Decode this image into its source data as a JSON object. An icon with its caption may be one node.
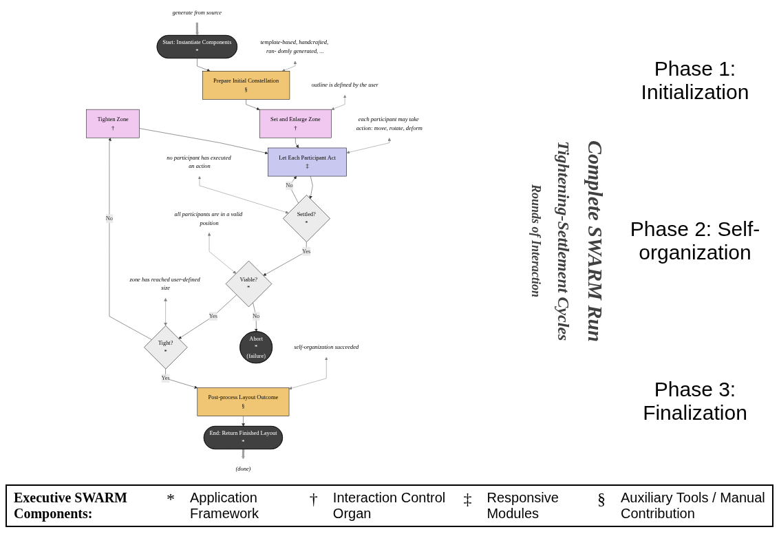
{
  "diagram": {
    "nodes": [
      {
        "text": [
          "generate from source"
        ]
      },
      {
        "text": [
          "Start: Instantiate Components",
          "*"
        ]
      },
      {
        "text": [
          "template-based, handcrafted, ran- domly generated, ..."
        ]
      },
      {
        "text": [
          "Prepare Initial Constellation",
          "§"
        ]
      },
      {
        "text": [
          "outline is defined by the user"
        ]
      },
      {
        "text": [
          "Set and Enlarge Zone",
          "†"
        ]
      },
      {
        "text": [
          "Tighten Zone",
          "†"
        ]
      },
      {
        "text": [
          "each participant may take action: move, rotate, deform"
        ]
      },
      {
        "text": [
          "Let Each Participant Act",
          "‡"
        ]
      },
      {
        "text": [
          "no participant has executed an action"
        ]
      },
      {
        "text": [
          "Settled?",
          "*"
        ]
      },
      {
        "text": [
          "all participants are in a valid position"
        ]
      },
      {
        "text": [
          "Viable?",
          "*"
        ]
      },
      {
        "text": [
          "Abort",
          "*",
          "(failure)"
        ]
      },
      {
        "text": [
          "zone has reached user-defined size"
        ]
      },
      {
        "text": [
          "Tight?",
          "*"
        ]
      },
      {
        "text": [
          "self-organization succeeded"
        ]
      },
      {
        "text": [
          "Post-process Layout Outcome",
          "§"
        ]
      },
      {
        "text": [
          "End: Return Finished Layout",
          "*"
        ]
      },
      {
        "text": [
          "(done)"
        ]
      }
    ],
    "edges": [
      {
        "from": 0,
        "to": 1,
        "arrow": "to",
        "style": "thick",
        "color": "#a0a0a0"
      },
      {
        "from": 1,
        "to": 3,
        "arrow": "to"
      },
      {
        "from": 2,
        "to": 3,
        "arrow": "both",
        "color": "#808080"
      },
      {
        "from": 3,
        "to": 5,
        "arrow": "to"
      },
      {
        "from": 4,
        "to": 5,
        "arrow": "both",
        "color": "#808080"
      },
      {
        "from": 5,
        "to": 8,
        "arrow": "to"
      },
      {
        "from": 6,
        "to": 8,
        "arrow": "to"
      },
      {
        "from": 7,
        "to": 8,
        "arrow": "both",
        "color": "#808080"
      },
      {
        "from": 8,
        "to": 10,
        "arrow": "to"
      },
      {
        "from": 10,
        "to": 8,
        "arrow": "to",
        "label": "No"
      },
      {
        "from": 9,
        "to": 10,
        "arrow": "both",
        "color": "#808080"
      },
      {
        "from": 10,
        "to": 12,
        "arrow": "to",
        "label": "Yes"
      },
      {
        "from": 11,
        "to": 12,
        "arrow": "both",
        "color": "#808080"
      },
      {
        "from": 12,
        "to": 13,
        "arrow": "to",
        "label": "No"
      },
      {
        "from": 12,
        "to": 15,
        "arrow": "to",
        "label": "Yes"
      },
      {
        "from": 15,
        "to": 6,
        "arrow": "to",
        "label": "No"
      },
      {
        "from": 14,
        "to": 15,
        "arrow": "both",
        "color": "#808080"
      },
      {
        "from": 15,
        "to": 17,
        "arrow": "to",
        "label": "Yes"
      },
      {
        "from": 16,
        "to": 17,
        "arrow": "both",
        "color": "#808080"
      },
      {
        "from": 17,
        "to": 18,
        "arrow": "to"
      },
      {
        "from": 18,
        "to": 19,
        "arrow": "to",
        "style": "thick",
        "color": "#a0a0a0"
      }
    ],
    "labels": [
      "Complete SWARM Run",
      "Tightening-Settlement Cycles",
      "Rounds of Interaction",
      "Phase 1: Initialization",
      "Phase 2: Self-organization",
      "Phase 3: Finalization",
      "Executive SWARM Components:",
      "*",
      "†",
      "‡",
      "§"
    ],
    "legend": [
      {
        "text": "Application Framework"
      },
      {
        "text": "Interaction Control Organ"
      },
      {
        "text": "Responsive Modules"
      },
      {
        "text": "Auxiliary Tools / Manual Contribution"
      }
    ]
  }
}
